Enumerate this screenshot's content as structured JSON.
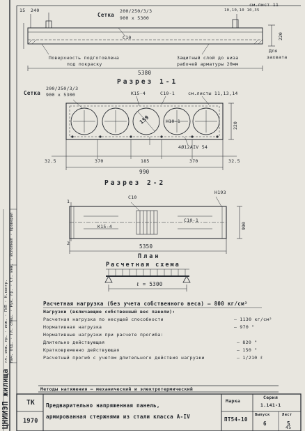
{
  "top": {
    "corner_left": "15",
    "corner_dim": "240",
    "mesh_label": "Сетка",
    "mesh_spec_top": "200/250/3/3",
    "mesh_spec_bottom": "900 х 5300",
    "sheet_ref": "см.лист 11",
    "dims_right": "10,10,10 10,35",
    "bar_c10": "С10",
    "height_dim": "220",
    "note_surface": "Поверхность подготовлена",
    "note_surface_2": "под покраску",
    "note_cover": "Защитный слой до низа",
    "note_cover_2": "рабочей арматуры 20мм",
    "note_pad": "Для",
    "note_pad_2": "захвата",
    "length": "5380"
  },
  "section1": {
    "title": "Разрез 1-1",
    "mesh_label": "Сетка",
    "mesh_spec_top": "200/250/3/3",
    "mesh_spec_bottom": "900 х 5300",
    "k15": "К15-4",
    "c10": "С10-1",
    "sheet_refs": "см.листы 11,13,14",
    "diam": "159",
    "h10": "Н10-1",
    "rebar": "4Ø12АIV 54",
    "height": "220",
    "dim_left": "32.5",
    "dim_1": "370",
    "dim_2": "185",
    "dim_3": "370",
    "dim_right": "32.5",
    "width": "990"
  },
  "section2": {
    "title": "Разрез 2-2",
    "c10": "С10",
    "h193": "Н193",
    "k15": "К15-4",
    "c10_1": "С10-1",
    "label_1": "1",
    "label_2": "2",
    "width_right": "990",
    "length": "5350",
    "plan_title": "План"
  },
  "scheme": {
    "title": "Расчетная схема",
    "span": "ℓ = 5300"
  },
  "loads": {
    "line1": "Расчетная нагрузка (без учета собственного веса) – 800 кг/см²",
    "line2": "Нагрузки (включающие собственный вес панели):",
    "l3_label": "Расчетная нагрузка по несущей способности",
    "l3_val": "– 1130 кг/см²",
    "l4_label": "Нормативная нагрузка",
    "l4_val": "– 970 \"",
    "l5_label": "Нормативные нагрузки при расчете прогиба:",
    "l6_label": "Длительно действующая",
    "l6_val": "– 820 \"",
    "l7_label": "Кратковременно действующая",
    "l7_val": "– 150 \"",
    "l8_label": "Расчетный прогиб с учетом длительного действия нагрузки",
    "l8_val": "– 1/210 ℓ",
    "method": "Методы натяжения – механический и электротермический"
  },
  "stamp": {
    "org": "ЦНИИЭП жилища",
    "tk": "ТК",
    "year": "1970",
    "title_1": "Предварительно напряженная панель,",
    "title_2": "армированная стержнями из стали класса А-IV",
    "mark_label": "Марка",
    "mark": "ПТ54-10",
    "series_label": "Серия",
    "series": "1.141-1",
    "issue_label": "Выпуск",
    "issue": "6",
    "sheet_label": "Лист",
    "sheet": "5",
    "bottom_num": "45"
  },
  "side": {
    "stamp_text": "Нач. отд. · Гл. спец. · Рук. гр. · Ст. инж. · Исполнил · Проверил",
    "stamp_text_2": "гл. инж. пр. · инж. · ГИП · Н.контр."
  }
}
